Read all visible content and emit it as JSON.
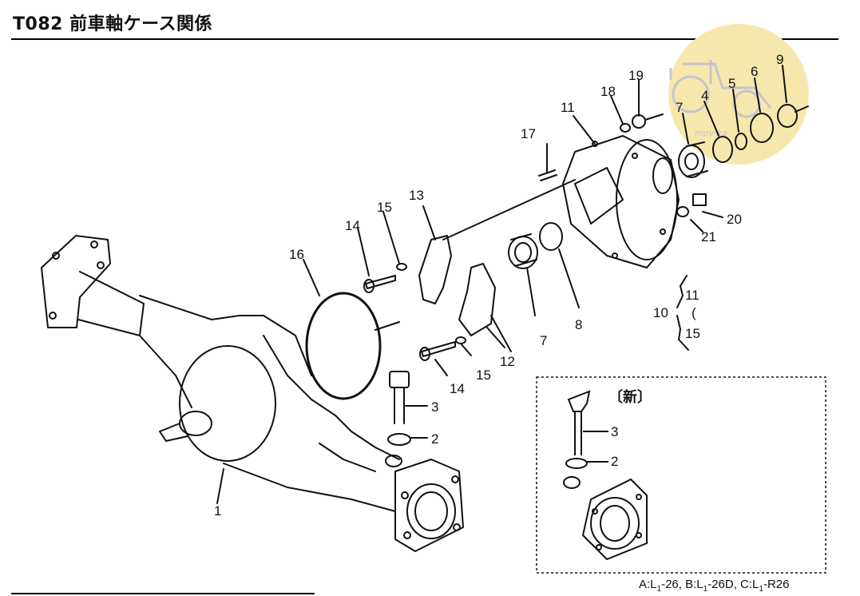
{
  "header": {
    "title": "T082  前車軸ケース関係"
  },
  "footer": {
    "model_a": "A:L",
    "model_a_sub": "1",
    "model_a_suffix": "-26,",
    "model_b": "B:L",
    "model_b_sub": "1",
    "model_b_suffix": "-26D,",
    "model_c": "C:L",
    "model_c_sub": "1",
    "model_c_suffix": "-R26"
  },
  "watermark": {
    "text": "mov-ka"
  },
  "inset": {
    "label": "〔新〕"
  },
  "group": {
    "number": "10",
    "from": "11",
    "to": "15",
    "range_sign": "("
  },
  "callouts": {
    "c1": "1",
    "c2": "2",
    "c3": "3",
    "c4": "4",
    "c5": "5",
    "c6": "6",
    "c7a": "7",
    "c7b": "7",
    "c8": "8",
    "c9": "9",
    "c11": "11",
    "c12": "12",
    "c13": "13",
    "c14a": "14",
    "c14b": "14",
    "c15a": "15",
    "c15b": "15",
    "c16": "16",
    "c17": "17",
    "c18": "18",
    "c19": "19",
    "c20": "20",
    "c21": "21",
    "i2": "2",
    "i3": "3"
  },
  "colors": {
    "line": "#111111",
    "watermark": "#f5e6a8",
    "watermark_stroke": "#c8c8d0",
    "background": "#ffffff"
  }
}
